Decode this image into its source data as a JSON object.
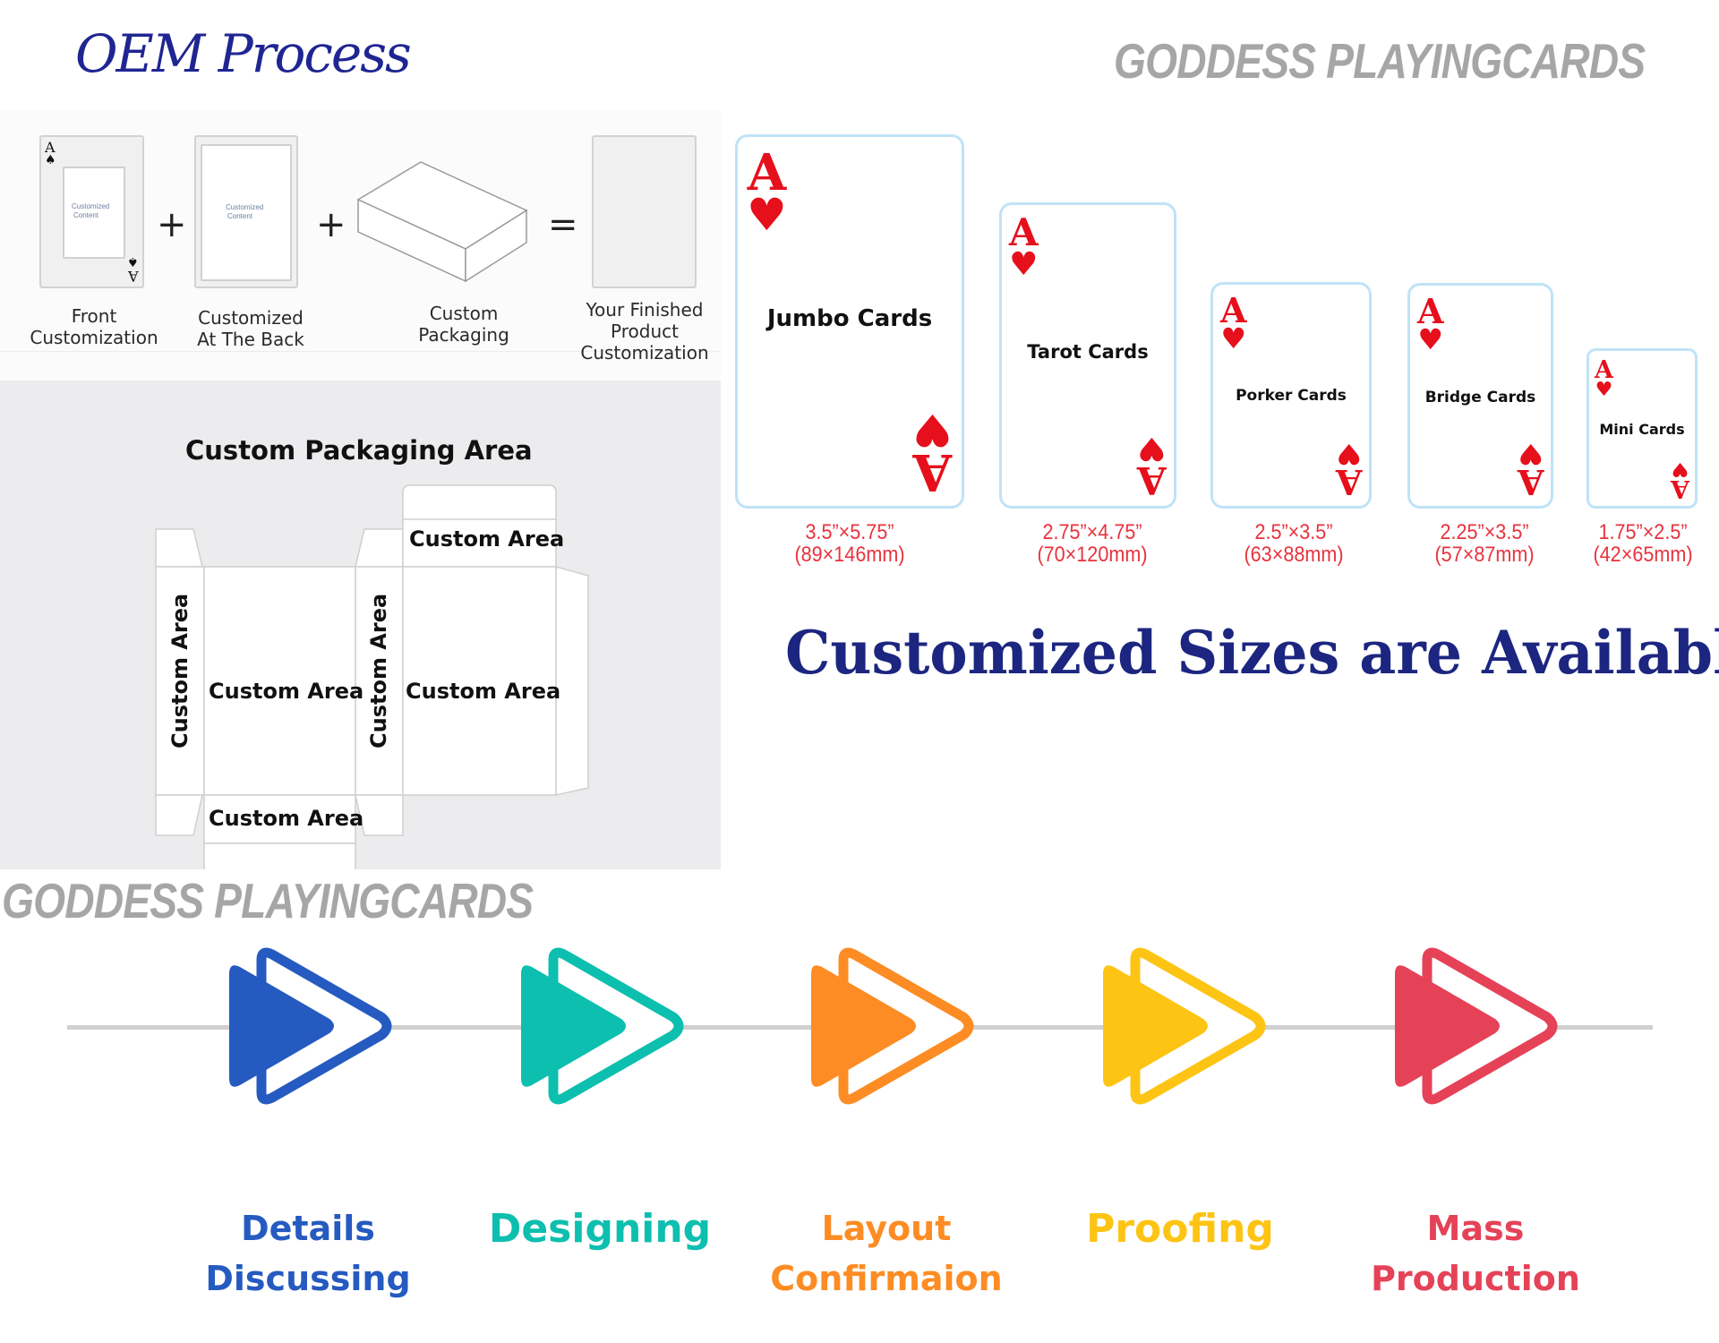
{
  "header": {
    "title": "OEM Process",
    "brand": "GODDESS PLAYINGCARDS"
  },
  "oem_steps": {
    "card_content_text": [
      "Customized",
      "Content"
    ],
    "operators": {
      "plus": "+",
      "equals": "="
    },
    "items": [
      {
        "label_lines": [
          "Front",
          "Customization"
        ]
      },
      {
        "label_lines": [
          "Customized",
          "At The Back"
        ]
      },
      {
        "label_lines": [
          "Custom",
          "Packaging"
        ]
      },
      {
        "label_lines": [
          "Your Finished",
          "Product",
          "Customization"
        ]
      }
    ],
    "ace_rank": "A",
    "spade_suit": "♠"
  },
  "packaging": {
    "title": "Custom Packaging Area",
    "area_label": "Custom Area"
  },
  "card_sizes": {
    "rank": "A",
    "suit": "♥",
    "colors": {
      "pip": "#e5101c",
      "border": "#bfe3f7",
      "size_text": "#e8333e"
    },
    "items": [
      {
        "name": "Jumbo Cards",
        "inches": "3.5”×5.75”",
        "mm": "(89×146mm)"
      },
      {
        "name": "Tarot Cards",
        "inches": "2.75”×4.75”",
        "mm": "(70×120mm)"
      },
      {
        "name": "Porker Cards",
        "inches": "2.5”×3.5”",
        "mm": "(63×88mm)"
      },
      {
        "name": "Bridge Cards",
        "inches": "2.25”×3.5”",
        "mm": "(57×87mm)"
      },
      {
        "name": "Mini Cards",
        "inches": "1.75”×2.5”",
        "mm": "(42×65mm)"
      }
    ],
    "banner": "Customized Sizes are Available!"
  },
  "watermark": "GODDESS PLAYINGCARDS",
  "process": {
    "steps": [
      {
        "lines": [
          "Details",
          "Discussing"
        ],
        "color": "#255ac0",
        "icon": "double-play-arrow-icon"
      },
      {
        "lines": [
          "Designing"
        ],
        "color": "#0dbfae",
        "icon": "double-play-arrow-icon"
      },
      {
        "lines": [
          "Layout",
          "Confirmaion"
        ],
        "color": "#fc8c23",
        "icon": "double-play-arrow-icon"
      },
      {
        "lines": [
          "Proofing"
        ],
        "color": "#fdc414",
        "icon": "double-play-arrow-icon"
      },
      {
        "lines": [
          "Mass",
          "Production"
        ],
        "color": "#e54257",
        "icon": "double-play-arrow-icon"
      }
    ]
  }
}
